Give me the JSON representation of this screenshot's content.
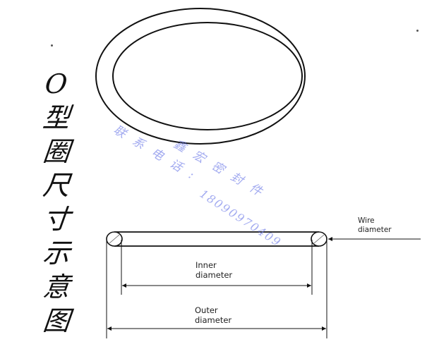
{
  "title_chars": [
    "O",
    "型",
    "圈",
    "尺",
    "寸",
    "示",
    "意",
    "图"
  ],
  "labels": {
    "wire_diameter": [
      "Wire",
      "diameter"
    ],
    "inner_diameter": [
      "Inner",
      "diameter"
    ],
    "outer_diameter": [
      "Outer",
      "diameter"
    ]
  },
  "watermark": {
    "line1": "联系电话:",
    "line2": "18090970409",
    "company": "鑫宏密封件"
  },
  "colors": {
    "stroke": "#111111",
    "watermark": "#6b79e8"
  }
}
